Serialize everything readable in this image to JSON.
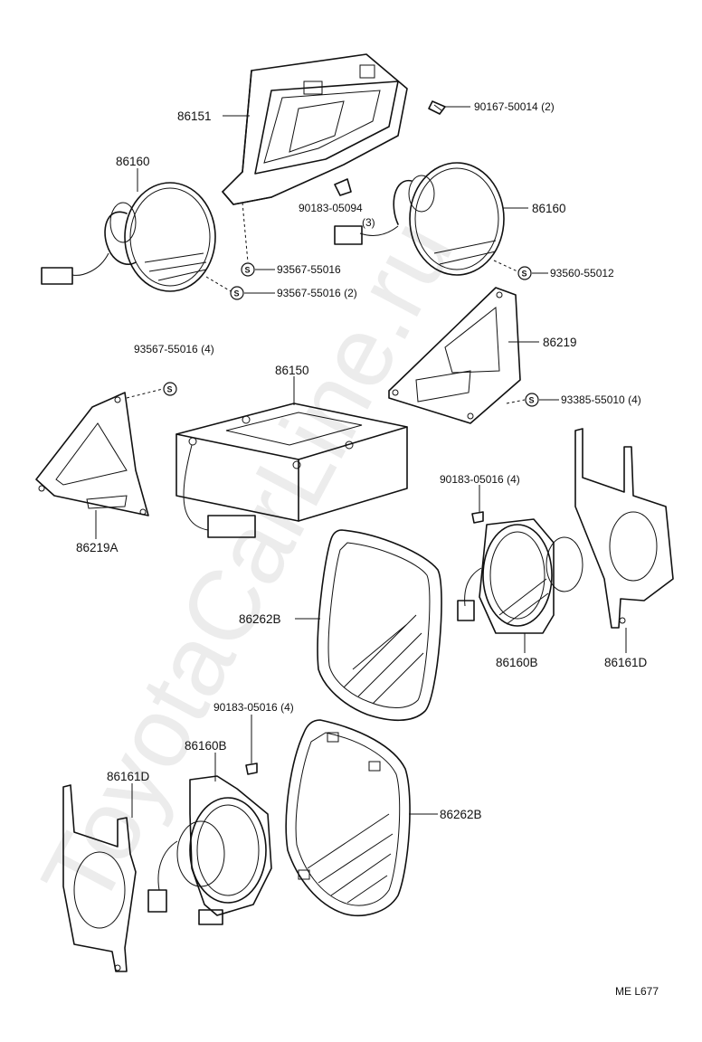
{
  "watermark": "ToyotaCarLine.ru",
  "callouts": [
    {
      "id": "c86151",
      "text": "86151"
    },
    {
      "id": "c90167",
      "text": "90167-50014 (2)"
    },
    {
      "id": "c86160a",
      "text": "86160"
    },
    {
      "id": "c90183a",
      "text": "90183-05094"
    },
    {
      "id": "c90183a_q",
      "text": "(3)"
    },
    {
      "id": "c86160b",
      "text": "86160"
    },
    {
      "id": "c93567a",
      "text": "93567-55016"
    },
    {
      "id": "c93560",
      "text": "93560-55012"
    },
    {
      "id": "c93567b",
      "text": "93567-55016 (2)"
    },
    {
      "id": "c86219",
      "text": "86219"
    },
    {
      "id": "c93567c",
      "text": "93567-55016 (4)"
    },
    {
      "id": "c86150",
      "text": "86150"
    },
    {
      "id": "c93385",
      "text": "93385-55010 (4)"
    },
    {
      "id": "c86219A",
      "text": "86219A"
    },
    {
      "id": "c90183b",
      "text": "90183-05016 (4)"
    },
    {
      "id": "c86262Ba",
      "text": "86262B"
    },
    {
      "id": "c86160Ba",
      "text": "86160B"
    },
    {
      "id": "c86161Da",
      "text": "86161D"
    },
    {
      "id": "c90183c",
      "text": "90183-05016 (4)"
    },
    {
      "id": "c86160Bb",
      "text": "86160B"
    },
    {
      "id": "c86161Db",
      "text": "86161D"
    },
    {
      "id": "c86262Bb",
      "text": "86262B"
    },
    {
      "id": "cRef",
      "text": "ME  L677"
    }
  ]
}
